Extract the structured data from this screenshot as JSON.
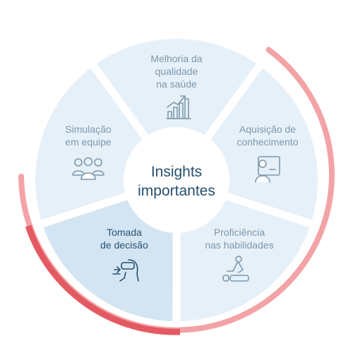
{
  "center": {
    "line1": "Insights",
    "line2": "importantes"
  },
  "segments": [
    {
      "id": "top",
      "lines": [
        "Melhoria da",
        "qualidade",
        "na saúde"
      ],
      "icon": "growth-chart-icon",
      "active": false
    },
    {
      "id": "right",
      "lines": [
        "Aquisição de",
        "conhecimento"
      ],
      "icon": "learner-board-icon",
      "active": false
    },
    {
      "id": "bottom-right",
      "lines": [
        "Proficiência",
        "nas habilidades"
      ],
      "icon": "patient-care-icon",
      "active": false
    },
    {
      "id": "bottom-left",
      "lines": [
        "Tomada",
        "de decisão"
      ],
      "icon": "vr-headset-icon",
      "active": true
    },
    {
      "id": "left",
      "lines": [
        "Simulação",
        "em equipe"
      ],
      "icon": "team-icon",
      "active": false
    }
  ],
  "colors": {
    "segment_fill": "#e6f0f8",
    "active_fill": "#d3e5f2",
    "text_muted": "#7f98ab",
    "text_active": "#2a5273",
    "center_text": "#27506f",
    "ring_light": "#f3a3a6",
    "ring_dark": "#e45a62"
  }
}
